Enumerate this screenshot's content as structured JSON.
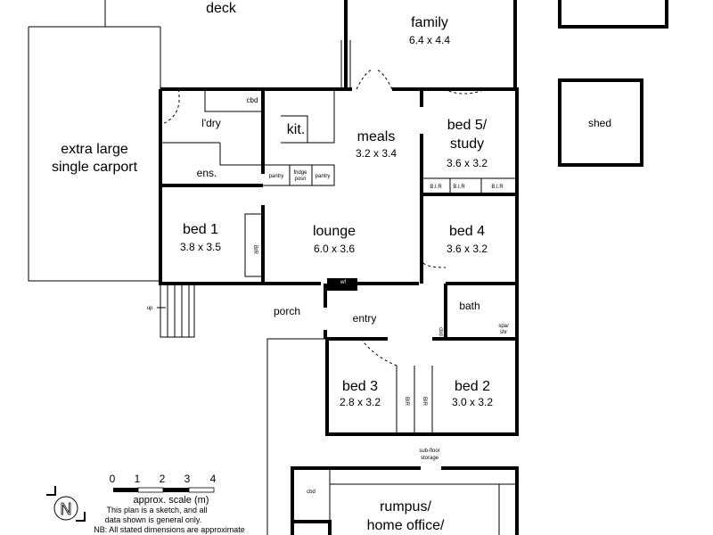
{
  "rooms": {
    "deck": {
      "name": "deck"
    },
    "family": {
      "name": "family",
      "dims": "6.4 x 4.4"
    },
    "carport": {
      "name_line1": "extra large",
      "name_line2": "single carport"
    },
    "laundry": {
      "name": "l'dry"
    },
    "kitchen": {
      "name": "kit."
    },
    "meals": {
      "name": "meals",
      "dims": "3.2 x 3.4"
    },
    "bed5": {
      "name_line1": "bed 5/",
      "name_line2": "study",
      "dims": "3.6 x 3.2"
    },
    "ensuite": {
      "name": "ens."
    },
    "bed1": {
      "name": "bed 1",
      "dims": "3.8 x 3.5"
    },
    "lounge": {
      "name": "lounge",
      "dims": "6.0 x 3.6"
    },
    "bed4": {
      "name": "bed 4",
      "dims": "3.6 x 3.2"
    },
    "porch": {
      "name": "porch"
    },
    "entry": {
      "name": "entry"
    },
    "bath": {
      "name": "bath"
    },
    "bed3": {
      "name": "bed 3",
      "dims": "2.8 x 3.2"
    },
    "bed2": {
      "name": "bed 2",
      "dims": "3.0 x 3.2"
    },
    "shed": {
      "name": "shed"
    },
    "rumpus": {
      "name_line1": "rumpus/",
      "name_line2": "home office/"
    }
  },
  "fixtures": {
    "cbd": "cbd",
    "pantry": "pantry",
    "fridge_line1": "fridge",
    "fridge_line2": "posn",
    "bir": "B.I.R",
    "bir_v": "BIR",
    "wf": "wf",
    "spa_line1": "spa/",
    "spa_line2": "shr",
    "up": "up",
    "subfloor_line1": "sub-floor",
    "subfloor_line2": "storage"
  },
  "legend": {
    "scale_ticks": [
      "0",
      "1",
      "2",
      "3",
      "4"
    ],
    "scale_label": "approx. scale (m)",
    "note_line1": "This plan is a sketch, and all",
    "note_line2": "data shown is general only.",
    "note_line3": "NB: All stated dimensions are approximate",
    "north": "N"
  }
}
